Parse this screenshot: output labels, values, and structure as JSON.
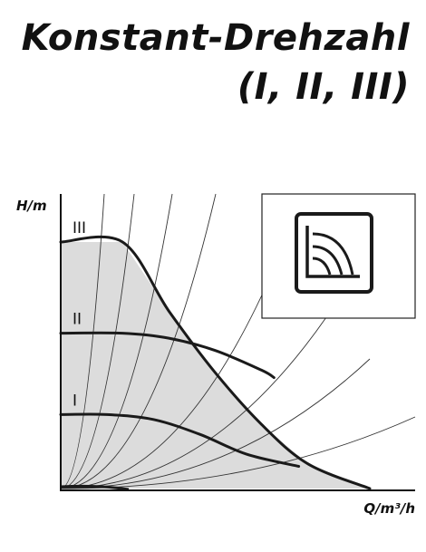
{
  "title": {
    "line1": "Konstant-Drehzahl",
    "line2": "(I, II, III)"
  },
  "chart_data": {
    "type": "line",
    "xlabel": "Q/m³/h",
    "ylabel": "H/m",
    "grid": false,
    "legend": "none",
    "inset_icon": "constant-speed-curves-icon",
    "series": [
      {
        "name": "III",
        "points": [
          [
            0,
            100
          ],
          [
            20,
            100
          ],
          [
            35,
            72
          ],
          [
            50,
            47
          ],
          [
            65,
            26
          ],
          [
            80,
            10
          ],
          [
            100,
            0
          ]
        ]
      },
      {
        "name": "II",
        "points": [
          [
            0,
            63
          ],
          [
            20,
            63
          ],
          [
            35,
            61
          ],
          [
            50,
            56
          ],
          [
            65,
            48
          ],
          [
            69,
            45
          ]
        ]
      },
      {
        "name": "I",
        "points": [
          [
            0,
            30
          ],
          [
            15,
            30
          ],
          [
            30,
            28
          ],
          [
            45,
            22
          ],
          [
            60,
            14
          ],
          [
            77,
            9
          ]
        ]
      }
    ],
    "colors": {
      "curve": "#1a1a1a",
      "fill": "#dcdcdc",
      "axis": "#111111"
    }
  }
}
